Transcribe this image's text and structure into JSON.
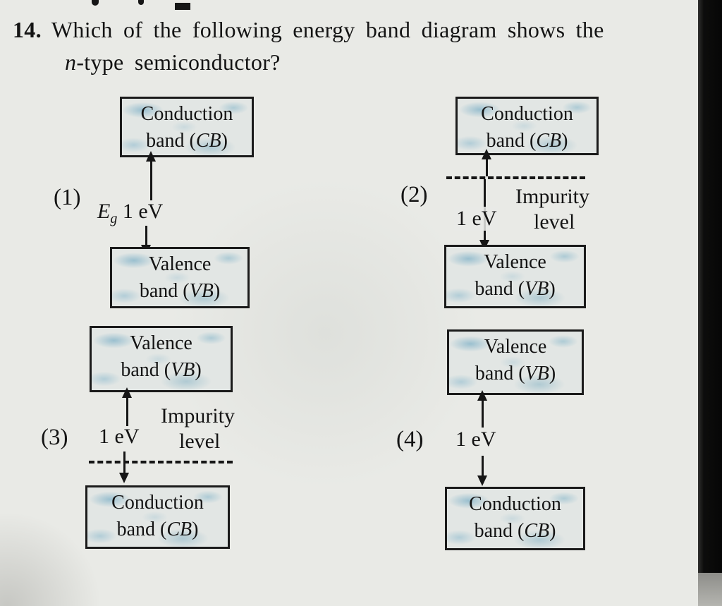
{
  "question": {
    "number": "14.",
    "line1": "Which of the following energy band diagram shows the",
    "n_italic": "n",
    "line2_rest": "-type semiconductor?"
  },
  "labels": {
    "conduction": "Conduction",
    "band_open": "band (",
    "cb": "CB",
    "paren_close": ")",
    "valence": "Valence",
    "vb": "VB",
    "one_ev": "1 eV",
    "eg_e": "E",
    "eg_sub": "g",
    "impurity": "Impurity",
    "level": "level"
  },
  "options": {
    "one": "(1)",
    "two": "(2)",
    "three": "(3)",
    "four": "(4)"
  },
  "colors": {
    "paper": "#e9eae6",
    "ink": "#141414",
    "band_fill_tint": "#8fc0d4"
  }
}
